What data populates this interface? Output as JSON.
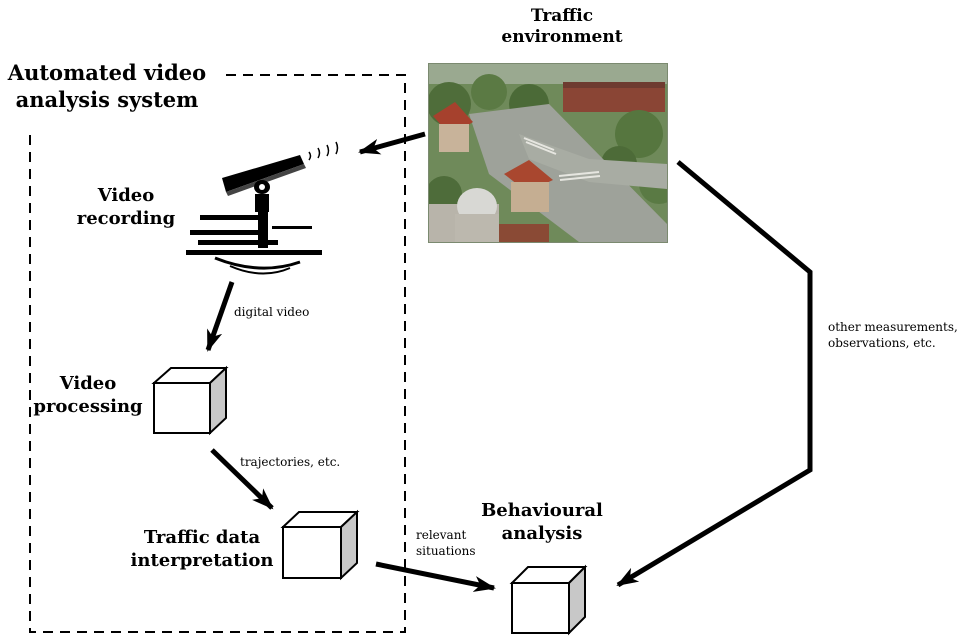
{
  "system": {
    "title_line1": "Automated video",
    "title_line2": "analysis system"
  },
  "traffic_env": {
    "line1": "Traffic",
    "line2": "environment"
  },
  "video_recording": {
    "line1": "Video",
    "line2": "recording"
  },
  "video_processing": {
    "line1": "Video",
    "line2": "processing"
  },
  "traffic_data": {
    "line1": "Traffic data",
    "line2": "interpretation"
  },
  "behavioural": {
    "line1": "Behavioural",
    "line2": "analysis"
  },
  "edges": {
    "digital_video": "digital video",
    "trajectories": "trajectories, etc.",
    "relevant_line1": "relevant",
    "relevant_line2": "situations",
    "other_line1": "other measurements,",
    "other_line2": "observations, etc."
  },
  "icons": {
    "camera": "camera-icon",
    "cube": "cube-icon",
    "photo": "traffic-photo"
  }
}
